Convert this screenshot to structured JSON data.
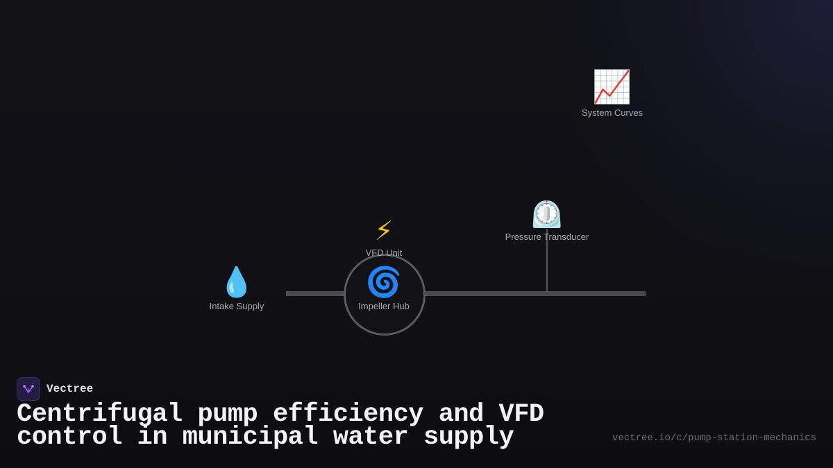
{
  "diagram": {
    "nodes": {
      "intake": {
        "icon": "💧",
        "icon_name": "water-drop-icon",
        "label": "Intake Supply"
      },
      "impeller": {
        "icon": "🌀",
        "icon_name": "cyclone-icon",
        "label": "Impeller Hub"
      },
      "vfd": {
        "icon": "⚡",
        "icon_name": "lightning-icon",
        "label": "VFD Unit"
      },
      "pressure": {
        "icon": "⏲️",
        "icon_name": "timer-gauge-icon",
        "label": "Pressure Transducer"
      },
      "curves": {
        "icon": "📈",
        "icon_name": "chart-increasing-icon",
        "label": "System Curves"
      }
    },
    "pipe_color": "#4a4a4a",
    "ring_color": "#5b5b5e"
  },
  "brand": {
    "name": "Vectree",
    "logo_icon": "vectree-logo-icon",
    "logo_color": "#a855f7"
  },
  "title": "Centrifugal pump efficiency and VFD control in municipal water supply",
  "url": "vectree.io/c/pump-station-mechanics"
}
